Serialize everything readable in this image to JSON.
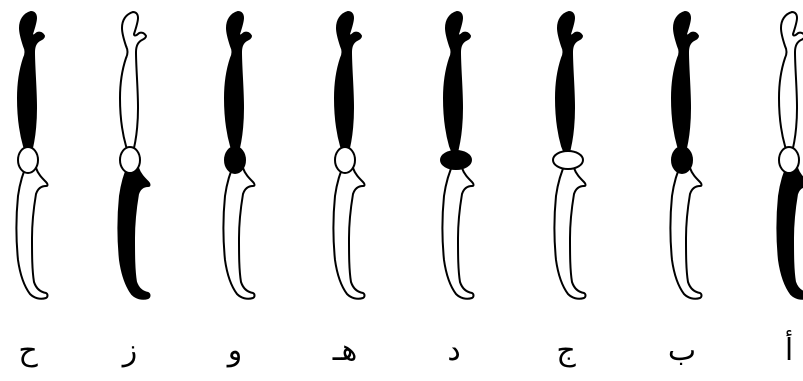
{
  "figure": {
    "labels": [
      "ح",
      "ز",
      "و",
      "هـ",
      "د",
      "ج",
      "ب",
      "أ"
    ],
    "variants": [
      {
        "label": "ح",
        "upper": "filled",
        "joint": "open",
        "lower": "open"
      },
      {
        "label": "ز",
        "upper": "open",
        "joint": "open",
        "lower": "filled"
      },
      {
        "label": "و",
        "upper": "filled",
        "joint": "filled",
        "lower": "open"
      },
      {
        "label": "هـ",
        "upper": "filled",
        "joint": "open",
        "lower": "open"
      },
      {
        "label": "د",
        "upper": "filled",
        "joint": "filled-wide",
        "lower": "open"
      },
      {
        "label": "ج",
        "upper": "filled",
        "joint": "open-wide",
        "lower": "open"
      },
      {
        "label": "ب",
        "upper": "filled",
        "joint": "filled",
        "lower": "open"
      },
      {
        "label": "أ",
        "upper": "open",
        "joint": "open",
        "lower": "filled"
      }
    ]
  }
}
